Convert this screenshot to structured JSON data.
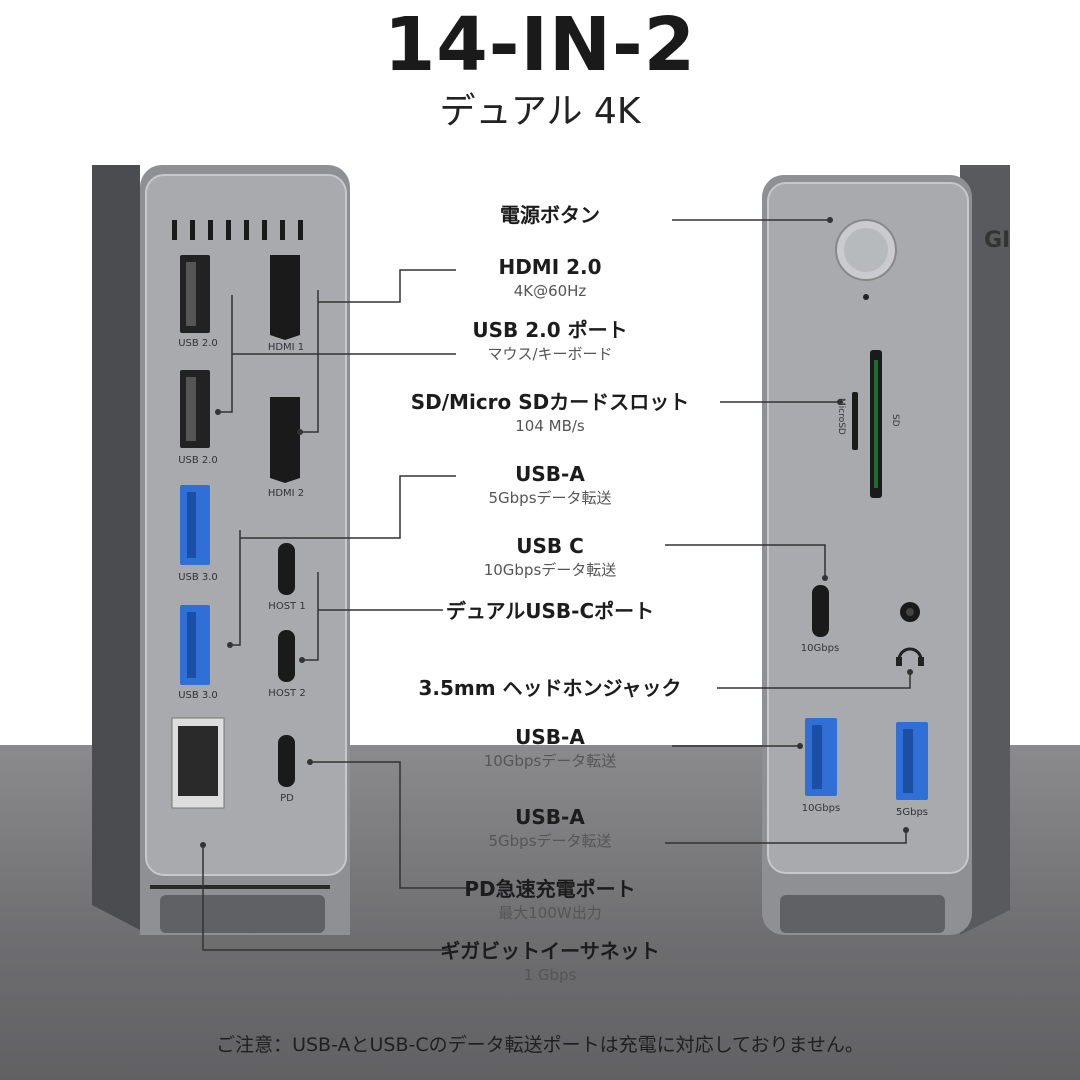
{
  "header": {
    "title": "14-IN-2",
    "subtitle": "デュアル 4K"
  },
  "labels": {
    "power": {
      "title": "電源ボタン"
    },
    "hdmi": {
      "title": "HDMI 2.0",
      "sub": "4K@60Hz"
    },
    "usb2": {
      "title": "USB 2.0 ポート",
      "sub": "マウス/キーボード"
    },
    "sd": {
      "title": "SD/Micro SDカードスロット",
      "sub": "104 MB/s"
    },
    "usba5": {
      "title": "USB-A",
      "sub": "5Gbpsデータ転送"
    },
    "usbc": {
      "title": "USB C",
      "sub": "10Gbpsデータ転送"
    },
    "dualc": {
      "title": "デュアルUSB-Cポート"
    },
    "audio": {
      "title": "3.5mm ヘッドホンジャック"
    },
    "usba10": {
      "title": "USB-A",
      "sub": "10Gbpsデータ転送"
    },
    "usba5b": {
      "title": "USB-A",
      "sub": "5Gbpsデータ転送"
    },
    "pd": {
      "title": "PD急速充電ポート",
      "sub": "最大100W出力"
    },
    "eth": {
      "title": "ギガビットイーサネット",
      "sub": "1 Gbps"
    }
  },
  "port_marks": {
    "usb2_a": "USB 2.0",
    "usb2_b": "USB 2.0",
    "hdmi1": "HDMI 1",
    "hdmi2": "HDMI 2",
    "usb3_a": "USB 3.0",
    "usb3_b": "USB 3.0",
    "host1": "HOST 1",
    "host2": "HOST 2",
    "pd": "PD",
    "microsd": "MicroSD",
    "sd": "SD",
    "c10": "10Gbps",
    "a10": "10Gbps",
    "a5": "5Gbps",
    "brand": "GI"
  },
  "footer": {
    "note": "ご注意：USB-AとUSB-Cのデータ転送ポートは充電に対応しておりません。"
  },
  "colors": {
    "usb3_blue": "#2f6fd6",
    "body_gray": "#a9abae",
    "line": "#333333"
  }
}
